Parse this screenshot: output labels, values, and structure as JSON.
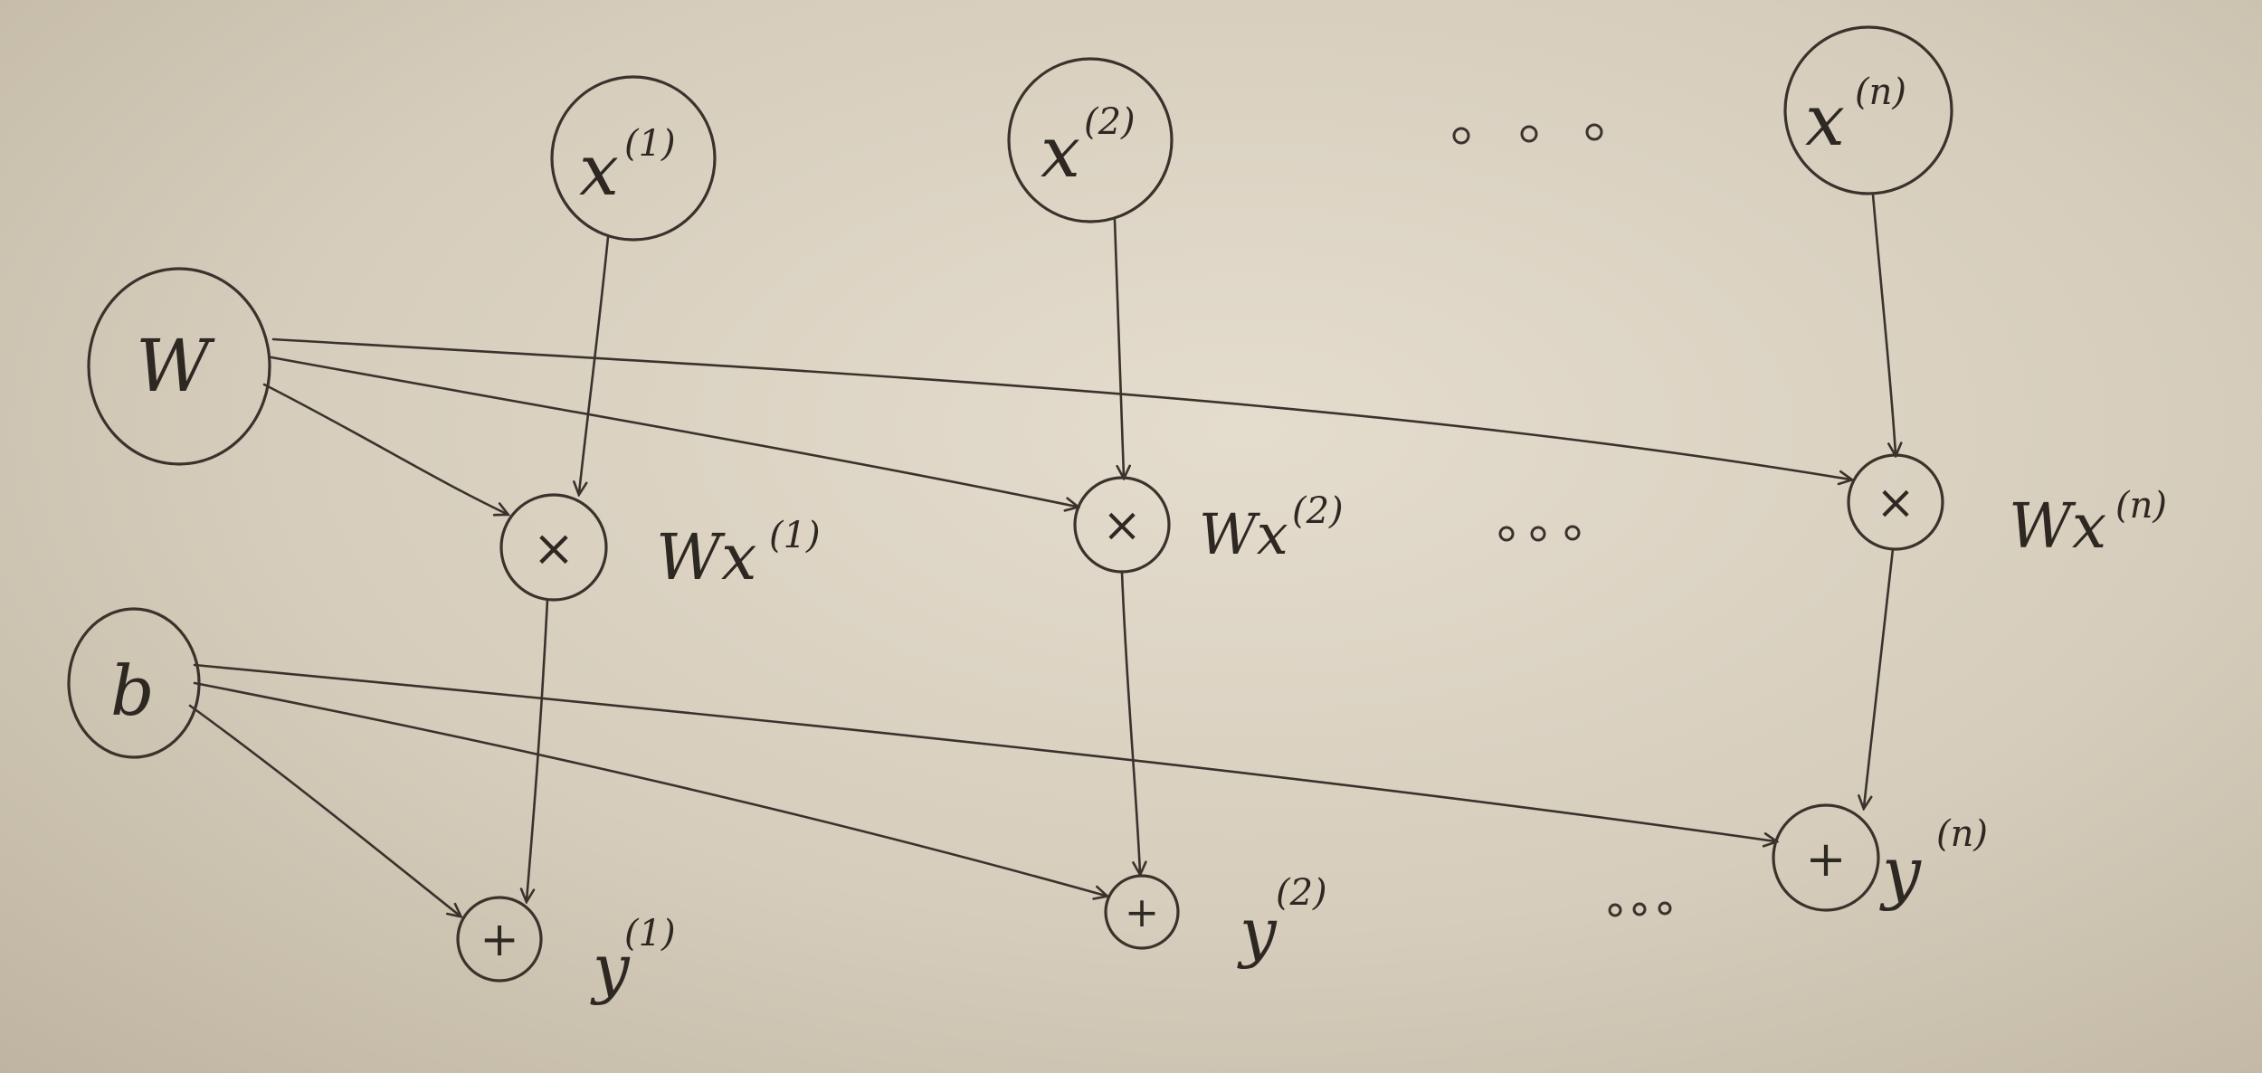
{
  "inputs": [
    {
      "base": "x",
      "index": "(1)"
    },
    {
      "base": "x",
      "index": "(2)"
    },
    {
      "base": "x",
      "index": "(n)"
    }
  ],
  "weight": "W",
  "bias": "b",
  "multiply_symbol": "×",
  "add_symbol": "+",
  "products": [
    {
      "base": "Wx",
      "index": "(1)"
    },
    {
      "base": "Wx",
      "index": "(2)"
    },
    {
      "base": "Wx",
      "index": "(n)"
    }
  ],
  "outputs": [
    {
      "base": "y",
      "index": "(1)"
    },
    {
      "base": "y",
      "index": "(2)"
    },
    {
      "base": "y",
      "index": "(n)"
    }
  ]
}
